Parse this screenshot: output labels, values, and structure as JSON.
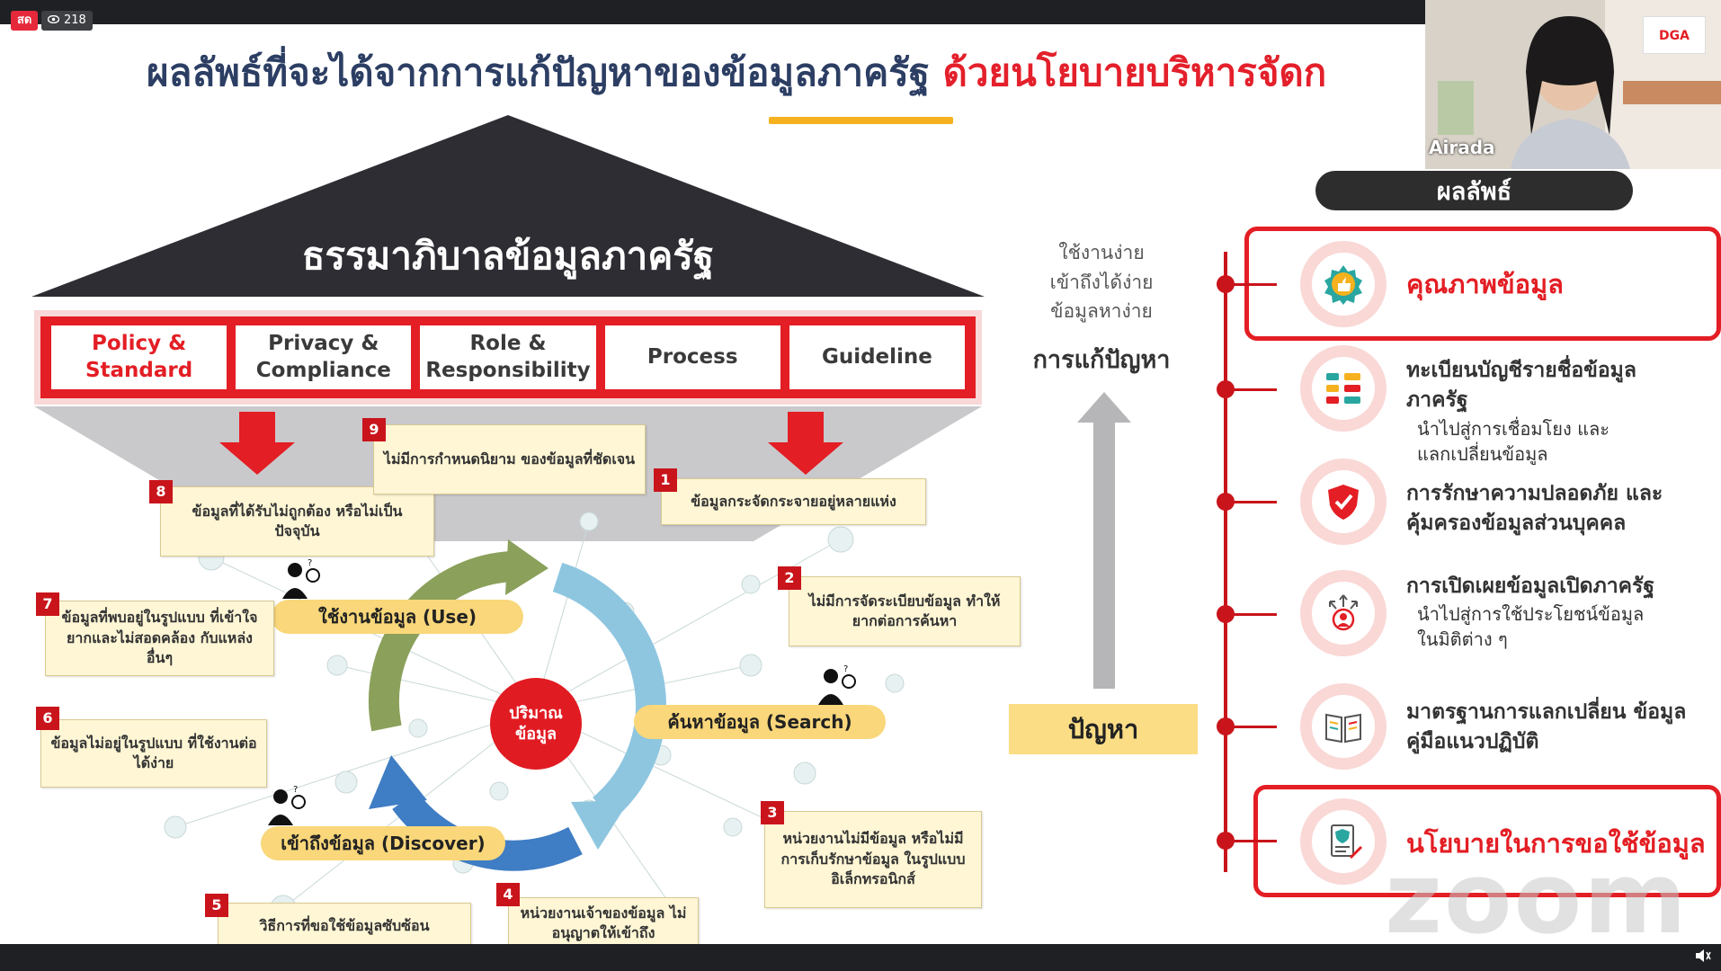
{
  "topbar": {
    "live_label": "สด",
    "viewer_count": "218"
  },
  "slide": {
    "title_main": "ผลลัพธ์ที่จะได้จากการแก้ปัญหาของข้อมูลภาครัฐ",
    "title_red": "ด้วยนโยบายบริหารจัดก",
    "roof_label": "ธรรมาภิบาลข้อมูลภาครัฐ",
    "pillars": [
      "Policy & Standard",
      "Privacy & Compliance",
      "Role & Responsibility",
      "Process",
      "Guideline"
    ],
    "center_label": "ปริมาณ ข้อมูล",
    "stages": {
      "use": "ใช้งานข้อมูล (Use)",
      "search": "ค้นหาข้อมูล (Search)",
      "discover": "เข้าถึงข้อมูล (Discover)"
    },
    "callouts": [
      {
        "num": "1",
        "text": "ข้อมูลกระจัดกระจายอยู่หลายแห่ง"
      },
      {
        "num": "2",
        "text": "ไม่มีการจัดระเบียบข้อมูล ทำให้ยากต่อการค้นหา"
      },
      {
        "num": "3",
        "text": "หน่วยงานไม่มีข้อมูล หรือไม่มีการเก็บรักษาข้อมูล ในรูปแบบอิเล็กทรอนิกส์"
      },
      {
        "num": "4",
        "text": "หน่วยงานเจ้าของข้อมูล ไม่อนุญาตให้เข้าถึง"
      },
      {
        "num": "5",
        "text": "วิธีการที่ขอใช้ข้อมูลซับซ้อน"
      },
      {
        "num": "6",
        "text": "ข้อมูลไม่อยู่ในรูปแบบ ที่ใช้งานต่อได้ง่าย"
      },
      {
        "num": "7",
        "text": "ข้อมูลที่พบอยู่ในรูปแบบ ที่เข้าใจยากและไม่สอดคล้อง กับแหล่งอื่นๆ"
      },
      {
        "num": "8",
        "text": "ข้อมูลที่ได้รับไม่ถูกต้อง หรือไม่เป็นปัจจุบัน"
      },
      {
        "num": "9",
        "text": "ไม่มีการกำหนดนิยาม ของข้อมูลที่ชัดเจน"
      }
    ],
    "side_words": [
      "ใช้งานง่าย",
      "เข้าถึงได้ง่าย",
      "ข้อมูลหาง่าย"
    ],
    "solve_label": "การแก้ปัญหา",
    "problem_label": "ปัญหา",
    "results_header": "ผลลัพธ์",
    "results": [
      {
        "title": "คุณภาพข้อมูล",
        "sub": ""
      },
      {
        "title": "ทะเบียนบัญชีรายชื่อข้อมูล ภาครัฐ",
        "sub": "นำไปสู่การเชื่อมโยง และแลกเปลี่ยนข้อมูล"
      },
      {
        "title": "การรักษาความปลอดภัย และคุ้มครองข้อมูลส่วนบุคคล",
        "sub": ""
      },
      {
        "title": "การเปิดเผยข้อมูลเปิดภาครัฐ",
        "sub": "นำไปสู่การใช้ประโยชน์ข้อมูล ในมิติต่าง ๆ"
      },
      {
        "title": "มาตรฐานการแลกเปลี่ยน ข้อมูล คู่มือแนวปฏิบัติ",
        "sub": ""
      },
      {
        "title": "นโยบายในการขอใช้ข้อมูล",
        "sub": ""
      }
    ]
  },
  "video": {
    "participant_name": "Airada",
    "logo_text": "DGA"
  },
  "watermark": "zoom",
  "colors": {
    "red": "#e31e24",
    "navy": "#2c3e63",
    "yellow": "#f9d77a",
    "dark": "#2d2d2d"
  },
  "icons": [
    "eye-icon",
    "thumbs-up-badge-icon",
    "list-registry-icon",
    "shield-check-icon",
    "open-data-person-icon",
    "book-manual-icon",
    "policy-document-icon",
    "speaker-icon"
  ]
}
